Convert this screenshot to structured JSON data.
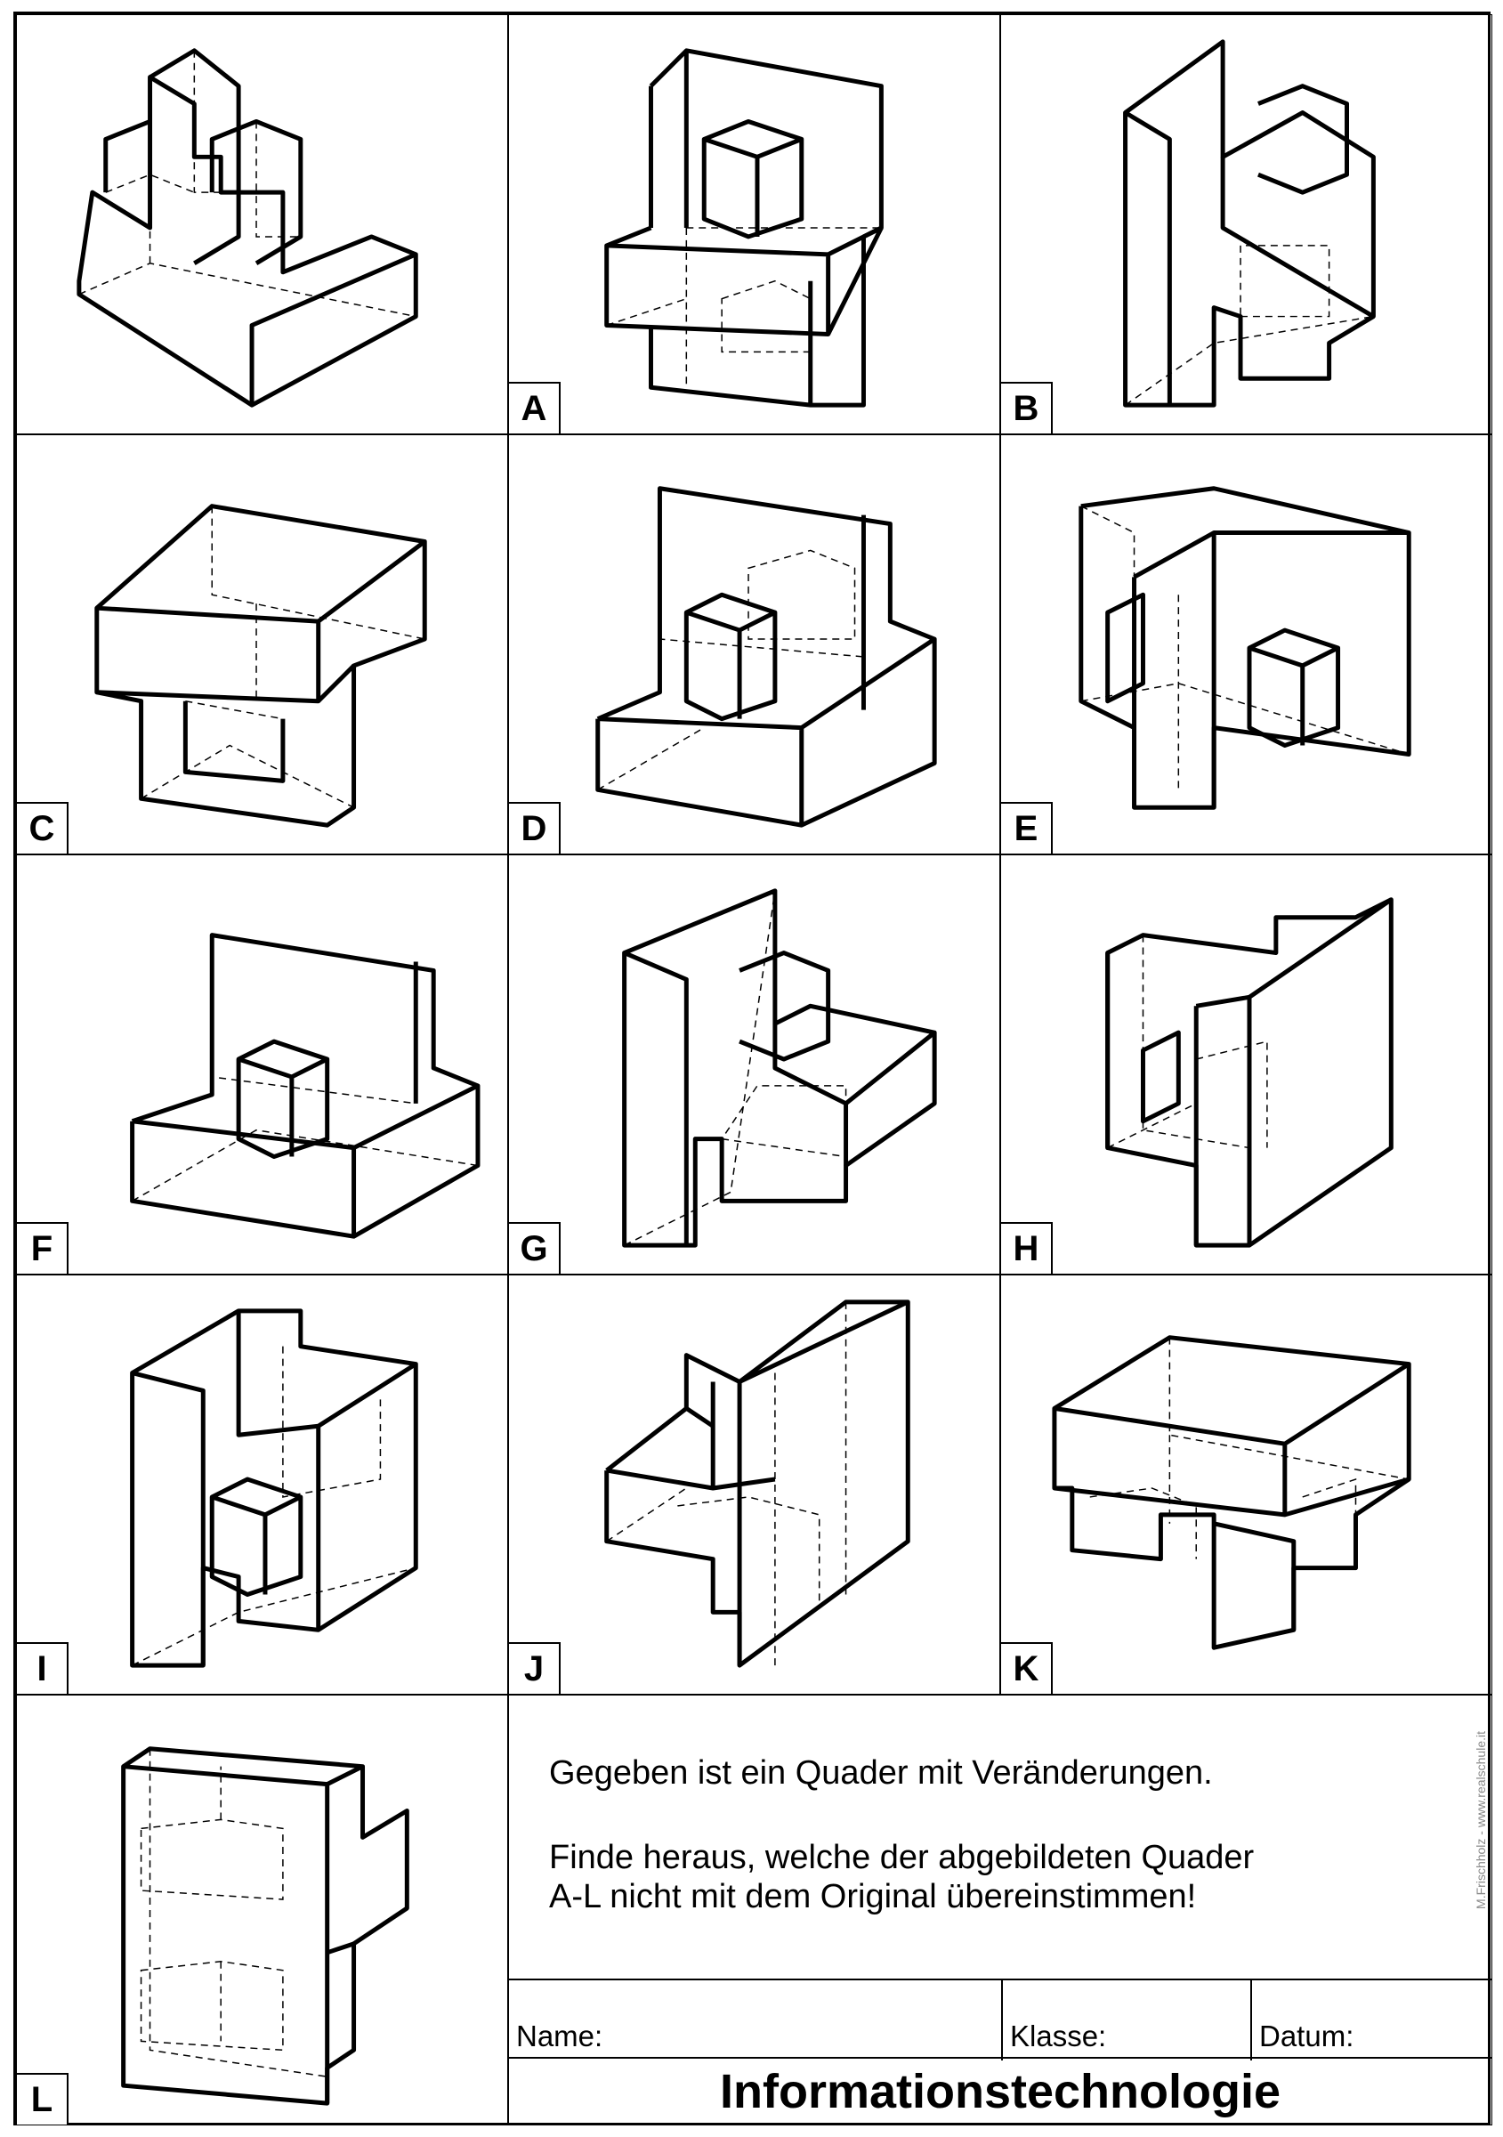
{
  "panels": [
    {
      "id": "original",
      "letter": ""
    },
    {
      "id": "A",
      "letter": "A"
    },
    {
      "id": "B",
      "letter": "B"
    },
    {
      "id": "C",
      "letter": "C"
    },
    {
      "id": "D",
      "letter": "D"
    },
    {
      "id": "E",
      "letter": "E"
    },
    {
      "id": "F",
      "letter": "F"
    },
    {
      "id": "G",
      "letter": "G"
    },
    {
      "id": "H",
      "letter": "H"
    },
    {
      "id": "I",
      "letter": "I"
    },
    {
      "id": "J",
      "letter": "J"
    },
    {
      "id": "K",
      "letter": "K"
    },
    {
      "id": "L",
      "letter": "L"
    }
  ],
  "instructions": {
    "given": "Gegeben ist ein Quader mit Veränderungen.",
    "task_line1": "Finde heraus, welche der abgebildeten Quader",
    "task_line2": "A-L nicht mit dem Original übereinstimmen!"
  },
  "fields": {
    "name": "Name:",
    "klasse": "Klasse:",
    "datum": "Datum:"
  },
  "footer_title": "Informationstechnologie",
  "credit": "M.Frischholz - www.realschule.it"
}
